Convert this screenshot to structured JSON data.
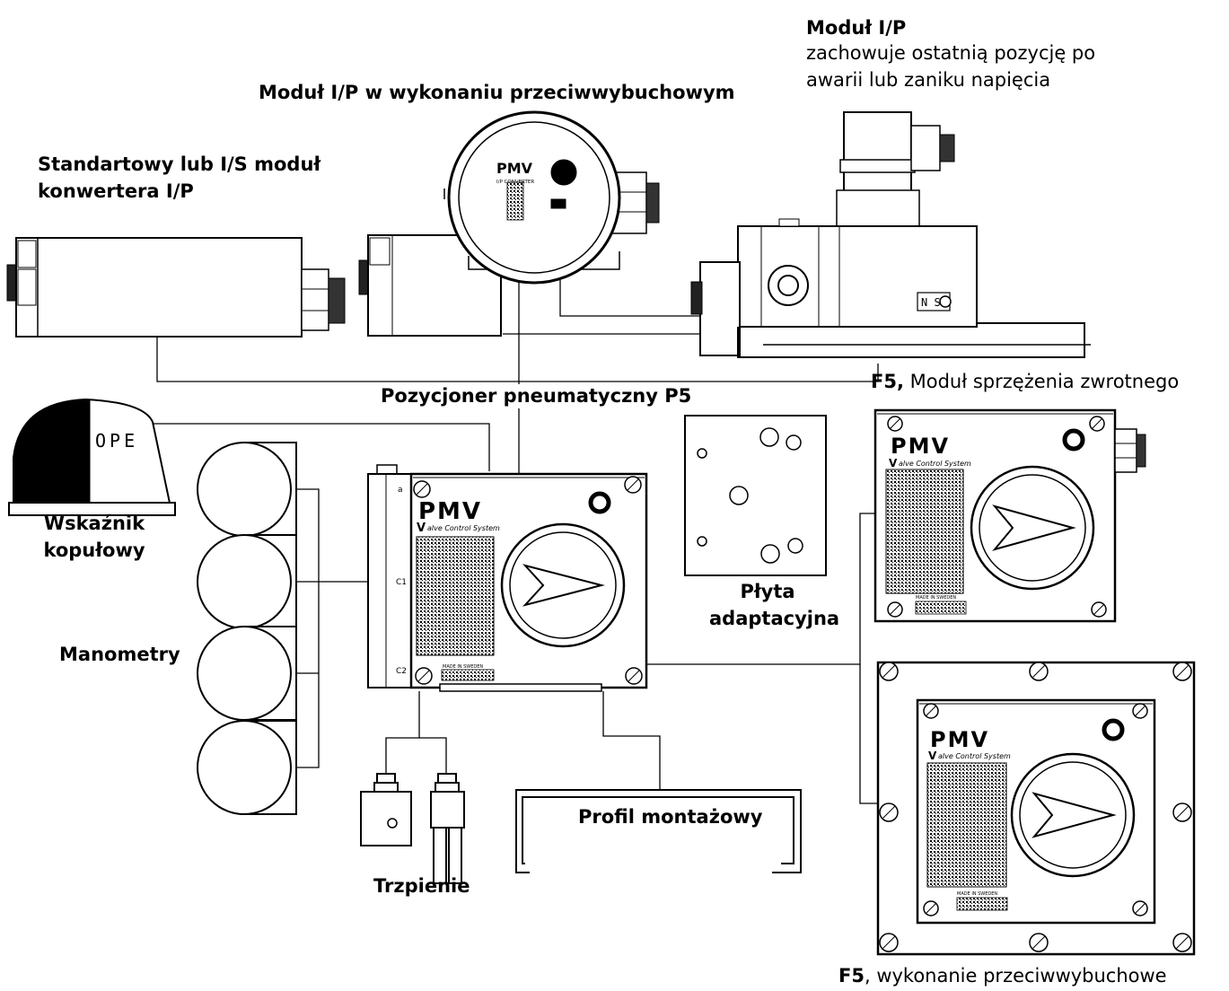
{
  "labels": {
    "ip_hold_title": "Moduł I/P",
    "ip_hold_desc_1": "zachowuje ostatnią pozycję po",
    "ip_hold_desc_2": "awarii lub zaniku napięcia",
    "ip_explosion": "Moduł I/P w wykonaniu przeciwwybuchowym",
    "ip_standard_1": "Standartowy lub I/S moduł",
    "ip_standard_2": "konwertera I/P",
    "positioner": "Pozycjoner pneumatyczny P5",
    "feedback_bold": "F5,",
    "feedback_rest": " Moduł sprzężenia zwrotnego",
    "dome_1": "Wskaźnik",
    "dome_2": "kopułowy",
    "gauges": "Manometry",
    "plate_1": "Płyta",
    "plate_2": "adaptacyjna",
    "bracket": "Profil montażowy",
    "spindles": "Trzpienie",
    "f5_ex_bold": "F5",
    "f5_ex_rest": ", wykonanie przeciwwybuchowe"
  },
  "device_text": {
    "brand": "PMV",
    "tagline": "alve Control System",
    "tagline_initial": "V",
    "made_in": "MADE IN SWEDEN",
    "dome_text": "OPE",
    "ip_converter_title": "I/P CONVERTER",
    "port_a": "a",
    "port_c1": "C1",
    "port_c2": "C2",
    "ns_marks": "N S"
  }
}
